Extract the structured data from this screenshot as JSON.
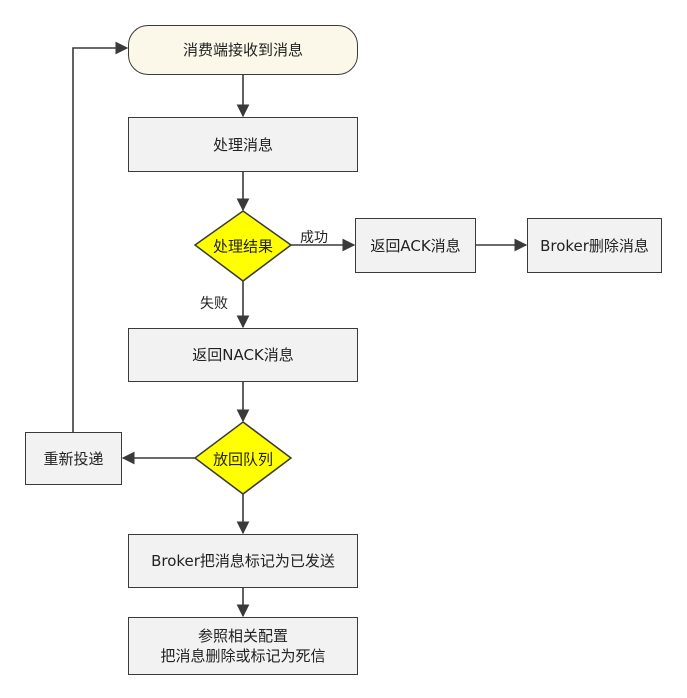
{
  "nodes": {
    "start": "消费端接收到消息",
    "process": "处理消息",
    "decision_result": "处理结果",
    "return_ack": "返回ACK消息",
    "broker_delete": "Broker删除消息",
    "return_nack": "返回NACK消息",
    "decision_requeue": "放回队列",
    "redeliver": "重新投递",
    "mark_sent": "Broker把消息标记为已发送",
    "dead_letter_line1": "参照相关配置",
    "dead_letter_line2": "把消息删除或标记为死信"
  },
  "edge_labels": {
    "success": "成功",
    "fail": "失败"
  },
  "colors": {
    "decision_fill": "#ffff00",
    "node_fill": "#f2f2f2",
    "start_fill": "#fbf8e9",
    "stroke": "#3a3a3a"
  }
}
